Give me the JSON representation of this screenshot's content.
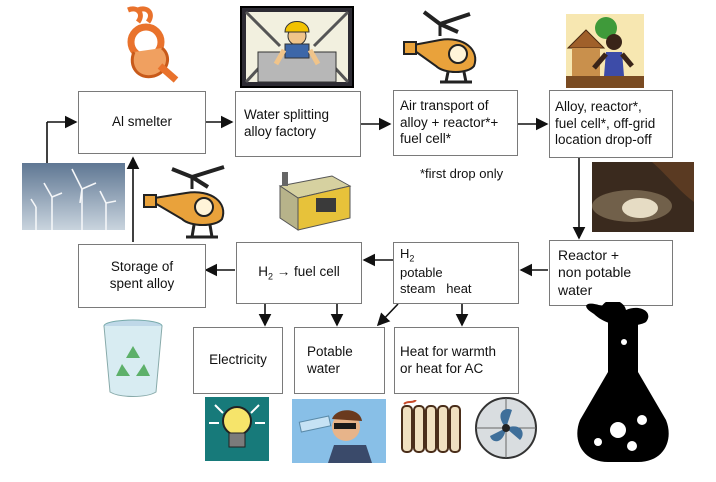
{
  "boxes": {
    "al_smelter": "Al smelter",
    "water_splitting_1": "Water splitting",
    "water_splitting_2": "alloy factory",
    "air_transport_1": "Air transport of",
    "air_transport_2": "alloy + reactor*+",
    "air_transport_3": "fuel cell*",
    "dropoff_1": "Alloy, reactor*,",
    "dropoff_2": "fuel cell*, off-grid",
    "dropoff_3": "location drop-off",
    "reactor_1": "Reactor +",
    "reactor_2": "non potable",
    "reactor_3": "water",
    "h2_letter": "H",
    "h2_sub": "2",
    "h2_potable": "potable",
    "h2_steam_heat": "steam   heat",
    "fuel_cell_h": "H",
    "fuel_cell_sub": "2",
    "fuel_cell_rest": " → fuel cell",
    "storage_1": "Storage of",
    "storage_2": "spent alloy",
    "electricity": "Electricity",
    "potable_water_1": "Potable",
    "potable_water_2": "water",
    "heat_1": "Heat for warmth",
    "heat_2": "or heat for AC"
  },
  "note": "*first drop only",
  "icons": [
    "crucible-icon",
    "factory-worker-icon",
    "helicopter-icon",
    "village-person-icon",
    "wind-turbines-photo",
    "helicopter-icon",
    "fuel-cell-unit-icon",
    "water-puddle-photo",
    "recycle-bin-icon",
    "light-bulb-icon",
    "person-drinking-icon",
    "radiator-icon",
    "fan-icon",
    "flask-icon"
  ]
}
